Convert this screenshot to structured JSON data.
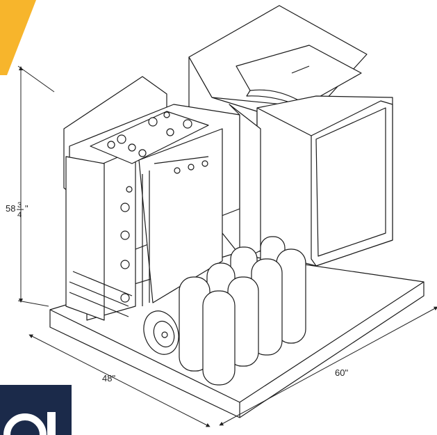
{
  "dimensions": {
    "height_whole": "58",
    "height_num": "3",
    "height_den": "4",
    "height_unit": "\"",
    "width": "48\"",
    "depth": "60\""
  },
  "colors": {
    "corner_accent": "#F7B52C",
    "badge": "#1B2A4A",
    "line": "#1a1a1a",
    "fill": "#ffffff"
  }
}
